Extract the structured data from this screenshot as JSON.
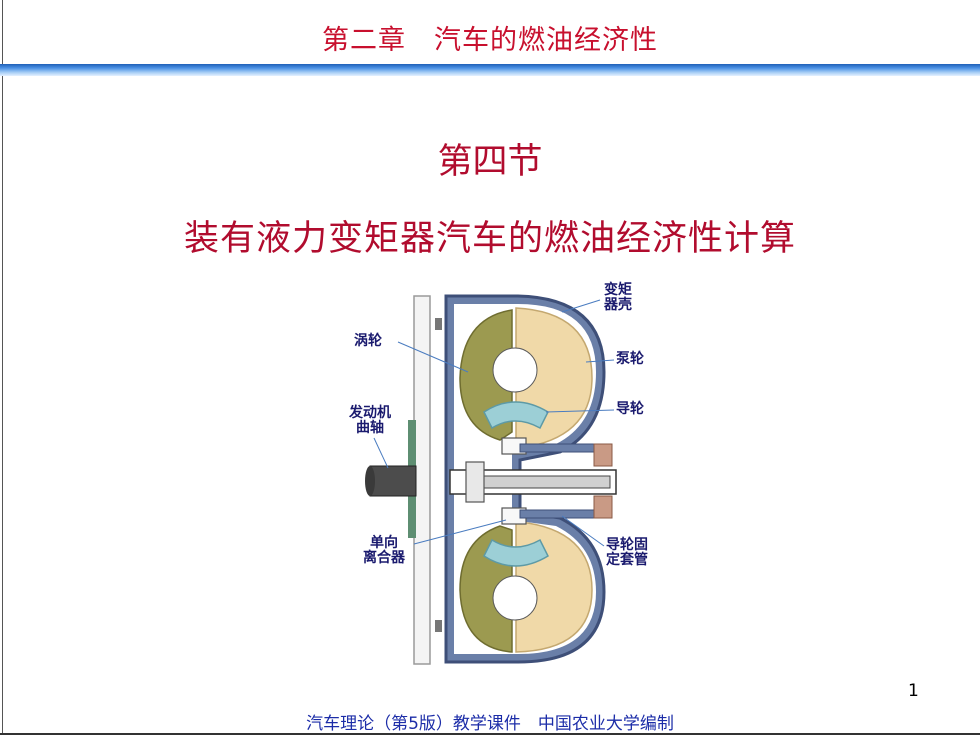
{
  "header": {
    "title": "第二章　汽车的燃油经济性"
  },
  "section": {
    "title": "第四节",
    "subtitle": "装有液力变矩器汽车的燃油经济性计算"
  },
  "figure": {
    "labels": {
      "converter_housing": [
        "变矩",
        "器壳"
      ],
      "turbine": "涡轮",
      "pump": "泵轮",
      "stator": "导轮",
      "crankshaft": [
        "发动机",
        "曲轴"
      ],
      "one_way_clutch": [
        "单向",
        "离合器"
      ],
      "stator_sleeve": [
        "导轮固",
        "定套管"
      ]
    }
  },
  "page_number": "1",
  "footer": {
    "text": "汽车理论（第5版）教学课件　中国农业大学编制"
  },
  "colors": {
    "title_red": "#b10c2e",
    "header_bar_blue": "#1e5fb8",
    "footer_blue": "#1c2da8",
    "turbine_olive": "#9c9a50",
    "pump_beige": "#f0d9a8",
    "stator_teal": "#9ccfd6",
    "housing_slate": "#6a7fa8"
  }
}
